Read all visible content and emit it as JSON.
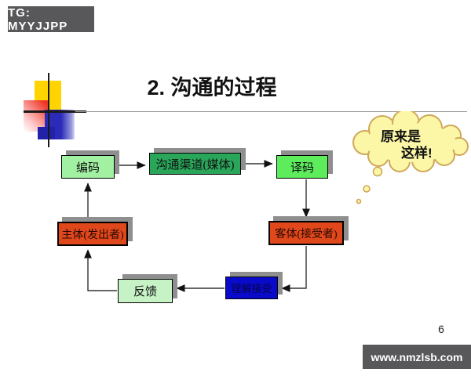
{
  "badge": {
    "text": "TG: MYYJJPP"
  },
  "title": "2. 沟通的过程",
  "page_number": "6",
  "footer": {
    "url": "www.nmzlsb.com"
  },
  "callout": {
    "line1": "原来是",
    "line2": "这样!"
  },
  "diagram": {
    "nodes": [
      {
        "id": "encode",
        "label": "编码",
        "fill": "#a2f0a2"
      },
      {
        "id": "channel",
        "label": "沟通渠道(媒体)",
        "fill": "#2aa65a"
      },
      {
        "id": "decode",
        "label": "译码",
        "fill": "#5cec5c"
      },
      {
        "id": "sender",
        "label": "主体(发出者)",
        "fill": "#e0481c"
      },
      {
        "id": "receiver",
        "label": "客体(接受者)",
        "fill": "#e0481c"
      },
      {
        "id": "understand",
        "label": "理解接受",
        "fill": "#0a0aca"
      },
      {
        "id": "feedback",
        "label": "反馈",
        "fill": "#c6f2c6"
      }
    ],
    "edges": [
      {
        "from": "encode",
        "to": "channel"
      },
      {
        "from": "channel",
        "to": "decode"
      },
      {
        "from": "decode",
        "to": "receiver"
      },
      {
        "from": "receiver",
        "to": "understand"
      },
      {
        "from": "understand",
        "to": "feedback"
      },
      {
        "from": "feedback",
        "to": "sender"
      },
      {
        "from": "sender",
        "to": "encode"
      }
    ]
  },
  "colors": {
    "accent_orange": "#e0481c",
    "green_dark": "#2aa65a",
    "green_light": "#a2f0a2",
    "blue_box": "#0a0aca",
    "shadow_gray": "#8f8f8f",
    "cloud_fill": "#fcf7a6",
    "cloud_stroke": "#cfa75b",
    "bar_bg": "#58585a"
  }
}
